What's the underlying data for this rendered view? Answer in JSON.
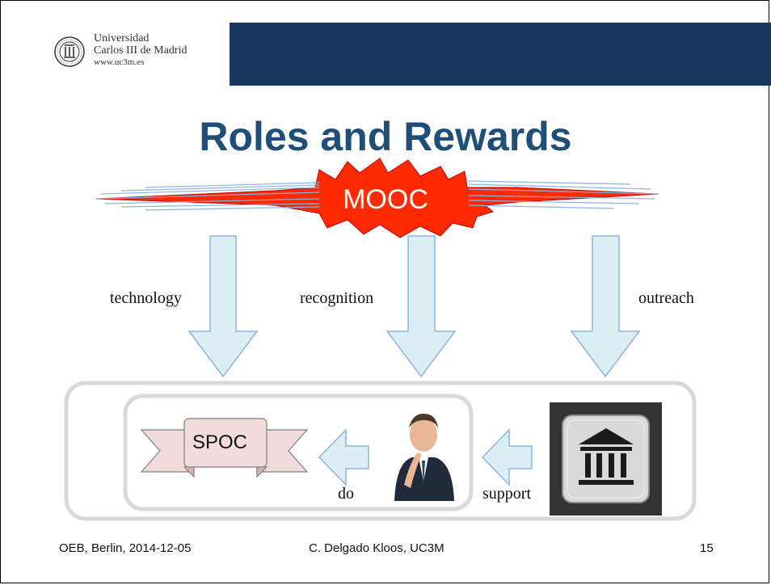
{
  "header": {
    "university_line1": "Universidad",
    "university_line2": "Carlos III de Madrid",
    "url": "www.uc3m.es",
    "logo_text": "UNIVERSIDAD CARLOS III DE MADRID"
  },
  "slide": {
    "title": "Roles and Rewards",
    "mooc_label": "MOOC",
    "arrows": {
      "left_label": "technology",
      "center_label": "recognition",
      "right_label": "outreach"
    },
    "bottom": {
      "spoc_label": "SPOC",
      "do_label": "do",
      "support_label": "support",
      "person_description": "thinking-man-photo",
      "institution_icon": "institution-building-icon"
    }
  },
  "footer": {
    "left": "OEB, Berlin, 2014-12-05",
    "center": "C. Delgado Kloos, UC3M",
    "page_number": "15"
  },
  "colors": {
    "header_band": "#17375e",
    "title": "#1f4e79",
    "burst_fill": "#ff2a00",
    "arrow_fill": "#dbeef4",
    "arrow_stroke": "#8db3e2",
    "scroll_fill": "#f2dcdb"
  }
}
